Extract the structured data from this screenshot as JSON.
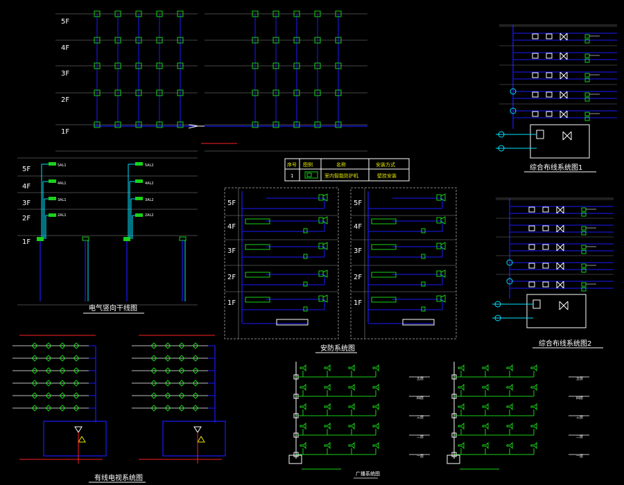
{
  "colors": {
    "background": "#000000",
    "blue": "#1a1aff",
    "green": "#19d219",
    "cyan": "#00e5ff",
    "red": "#ff2020",
    "yellow": "#e8e800",
    "white": "#ffffff",
    "grey": "#8c8c8c"
  },
  "floors": {
    "top_left": [
      "5F",
      "4F",
      "3F",
      "2F",
      "1F"
    ],
    "electric": [
      "5F",
      "4F",
      "3F",
      "2F",
      "1F"
    ],
    "security_left": [
      "5F",
      "4F",
      "3F",
      "2F",
      "1F"
    ],
    "security_right": [
      "5F",
      "4F",
      "3F",
      "2F",
      "1F"
    ]
  },
  "titles": {
    "top_left": "",
    "electric": "电气竖向干线图",
    "security": "安防系统图",
    "wiring1": "综合布线系统图1",
    "wiring2": "综合布线系统图2",
    "cabletv": "有线电视系统图",
    "broadcast": "广播系统图"
  },
  "legend": {
    "headers": [
      "序号",
      "图例",
      "名称",
      "安装方式"
    ],
    "rows": [
      [
        "1",
        "",
        "室内智能防护机",
        "壁挂安装"
      ]
    ]
  },
  "broadcast_floor_labels": [
    "五层",
    "四层",
    "三层",
    "二层",
    "一层"
  ],
  "electric_labels": {
    "boxes_left": [
      "5AL1",
      "4AL1",
      "3AL1",
      "2AL1"
    ],
    "boxes_right": [
      "5AL2",
      "4AL2",
      "3AL2",
      "2AL2"
    ]
  },
  "icons": [
    "camera-icon",
    "speaker-icon",
    "tv-outlet-icon",
    "rj45-outlet-icon",
    "distribution-box-icon",
    "amplifier-icon"
  ]
}
